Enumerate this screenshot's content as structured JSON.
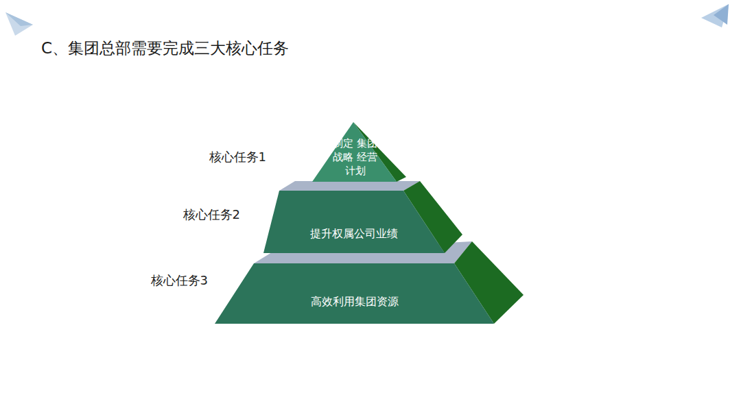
{
  "diagram": {
    "title": "C、集团总部需要完成三大核心任务",
    "nodes": [
      {
        "text": [
          "核心任务1",
          "制定 集团战略 经营计划"
        ]
      },
      {
        "text": [
          "核心任务2",
          "提升权属公司业绩"
        ]
      },
      {
        "text": [
          "核心任务3",
          "高效利用集团资源"
        ]
      }
    ]
  }
}
